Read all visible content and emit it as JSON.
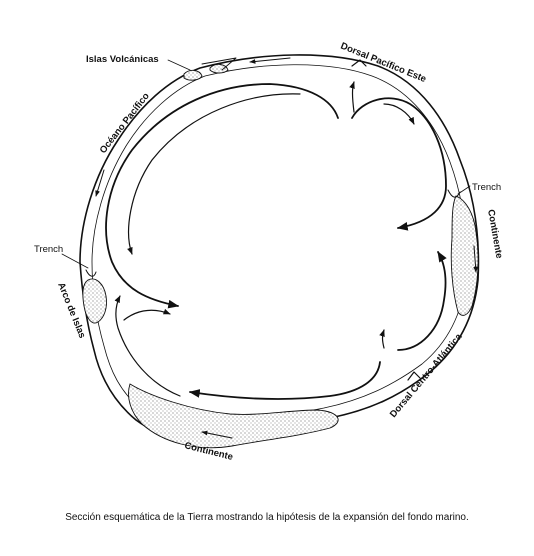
{
  "figure": {
    "labels": {
      "islas_volcanicas": "Islas Volcánicas",
      "dorsal_pacifico_este": "Dorsal Pacífico Este",
      "oceano_pacifico": "Océano Pacífico",
      "trench_right": "Trench",
      "continente_right": "Continente",
      "trench_left": "Trench",
      "arco_de_islas": "Arco de Islas",
      "dorsal_centro_atlantica": "Dorsal Centro-Atlántica",
      "continente_bottom": "Continente"
    },
    "caption": "Sección esquemática de la Tierra mostrando la hipótesis de la expansión del fondo marino."
  }
}
